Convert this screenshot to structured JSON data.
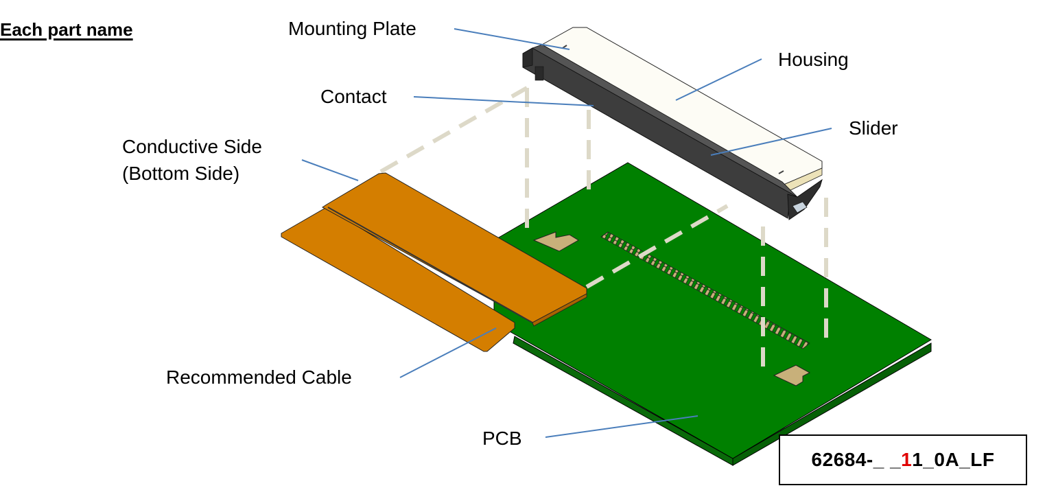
{
  "heading": "Each part name",
  "labels": {
    "mounting_plate": "Mounting Plate",
    "housing": "Housing",
    "contact": "Contact",
    "slider": "Slider",
    "conductive_side_line1": "Conductive Side",
    "conductive_side_line2": "(Bottom Side)",
    "recommended_cable": "Recommended Cable",
    "pcb": "PCB"
  },
  "part_number": {
    "prefix": "62684-_ _",
    "highlight": "1",
    "suffix": "1_0A_LF",
    "highlight_color": "#e00000"
  },
  "colors": {
    "leader_line": "#4a7ebb",
    "pcb_green": "#008000",
    "cable_orange": "#d47e00",
    "pad_tan": "#c8b07a",
    "guide_dash": "#ddd9c8",
    "housing_dark": "#3d3d3d",
    "housing_light": "#fdfcf5"
  }
}
